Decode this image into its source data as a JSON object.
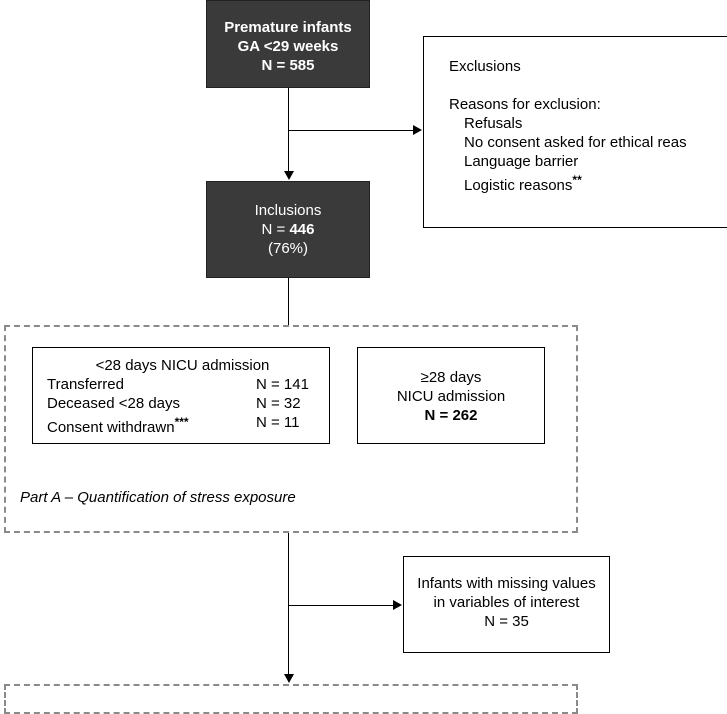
{
  "box_top": {
    "line1": "Premature infants",
    "line2": "GA <29 weeks",
    "n_prefix": "N = ",
    "n_value": "585"
  },
  "exclusions": {
    "title": "Exclusions",
    "reasons_heading": "Reasons for exclusion:",
    "reasons": [
      "Refusals",
      "No consent asked for ethical reas",
      "Language barrier",
      "Logistic reasons"
    ],
    "logistic_mark": "**"
  },
  "inclusions": {
    "line1": "Inclusions",
    "n_prefix": "N = ",
    "n_value": "446",
    "percent": "(76%)"
  },
  "lt28": {
    "title": "<28 days NICU admission",
    "rows": [
      {
        "label": "Transferred",
        "mark": "",
        "value": "N = 141"
      },
      {
        "label": "Deceased <28 days",
        "mark": "",
        "value": "N = 32"
      },
      {
        "label": "Consent withdrawn",
        "mark": "***",
        "value": "N = 11"
      }
    ]
  },
  "ge28": {
    "line1": "≥28 days",
    "line2": "NICU admission",
    "line3": "N = 262"
  },
  "part_a": "Part A – Quantification of stress exposure",
  "missing": {
    "line1": "Infants with missing values",
    "line2": "in variables of interest",
    "line3": "N = 35"
  }
}
